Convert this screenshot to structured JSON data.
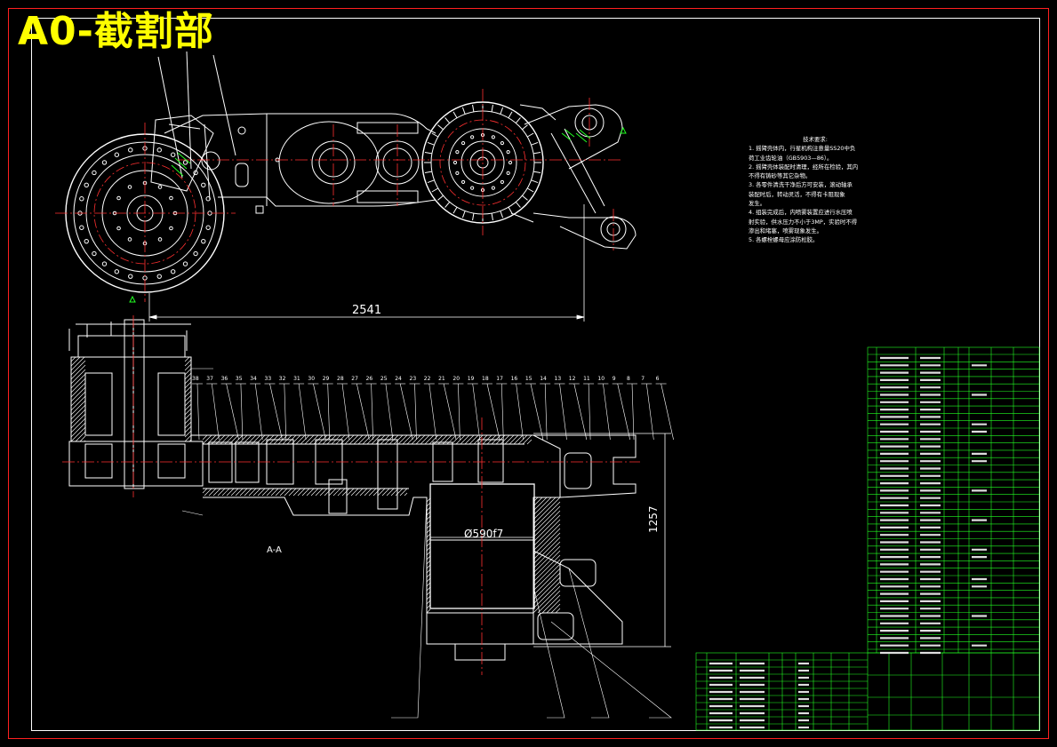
{
  "title_stamp": "A0-截割部",
  "dimensions": {
    "overall_length": "2541",
    "bore_fit": "Ø590f7",
    "height": "1257"
  },
  "section_label": "A-A",
  "technical_requirements": {
    "heading": "技术要求:",
    "lines": [
      "1. 摇臂壳体内，行星机构注意量SS20中负",
      "荷工业齿轮油（GB5903—86）。",
      "2. 摇臂壳体装配时清理，经所在检验，其内",
      "不得有铸砂等其它杂物。",
      "3. 各零件清洗干净后方可安装，滚动轴承",
      "装配时后，转动灵活，不得有卡阻现象",
      "发生。",
      "4. 组装完成后，内喷雾装置应进行水压喷",
      "射实验，供水压力不小于3MP，实验时不得",
      "渗出和堵塞，喷雾现象发生。",
      "5. 各螺栓螺母应涂防松胶。"
    ]
  },
  "section_numbers_top": [
    "38",
    "37",
    "36",
    "35",
    "34",
    "33",
    "32",
    "31",
    "30",
    "29",
    "28",
    "27",
    "26",
    "25",
    "24",
    "23",
    "22",
    "21",
    "20",
    "19",
    "18",
    "17",
    "16",
    "15",
    "14",
    "13",
    "12",
    "11",
    "10",
    "9",
    "8",
    "7",
    "6"
  ],
  "colors": {
    "background": "#000000",
    "geometry": "#ffffff",
    "centerline": "#ff0000",
    "table": "#00ff00",
    "title": "#ffff00",
    "frame": "#ff0000"
  }
}
